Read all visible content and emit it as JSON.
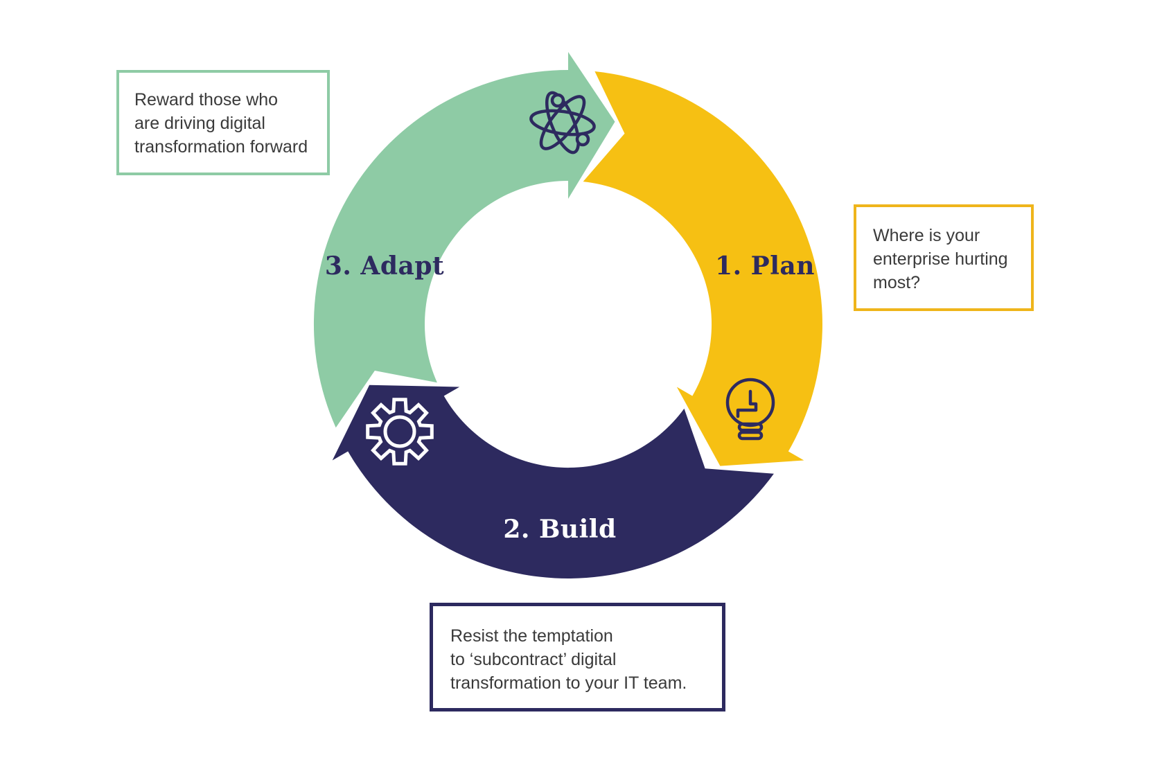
{
  "colors": {
    "background": "#FFFFFF",
    "plan_yellow": "#F6C013",
    "build_navy": "#2D2A5F",
    "adapt_green": "#8ECBA5",
    "callout_text": "#3A3A3A",
    "icon_navy": "#2D2A5F",
    "icon_white": "#FFFFFF",
    "plan_box_border": "#EFB51B",
    "build_box_border": "#2D2A5F",
    "adapt_box_border": "#8ECBA5"
  },
  "cycle": {
    "direction": "clockwise",
    "steps": [
      {
        "id": "plan",
        "label": "1. Plan",
        "icon": "lightbulb-icon",
        "color": "#F6C013",
        "label_color": "#2D2A5F",
        "callout": "Where is your\nenterprise hurting\nmost?"
      },
      {
        "id": "build",
        "label": "2. Build",
        "icon": "gear-icon",
        "color": "#2D2A5F",
        "label_color": "#FFFFFF",
        "callout": "Resist the temptation\nto ‘subcontract’ digital\ntransformation to your IT team."
      },
      {
        "id": "adapt",
        "label": "3. Adapt",
        "icon": "atom-icon",
        "color": "#8ECBA5",
        "label_color": "#2D2A5F",
        "callout": "Reward those who\nare driving digital\ntransformation forward"
      }
    ]
  }
}
